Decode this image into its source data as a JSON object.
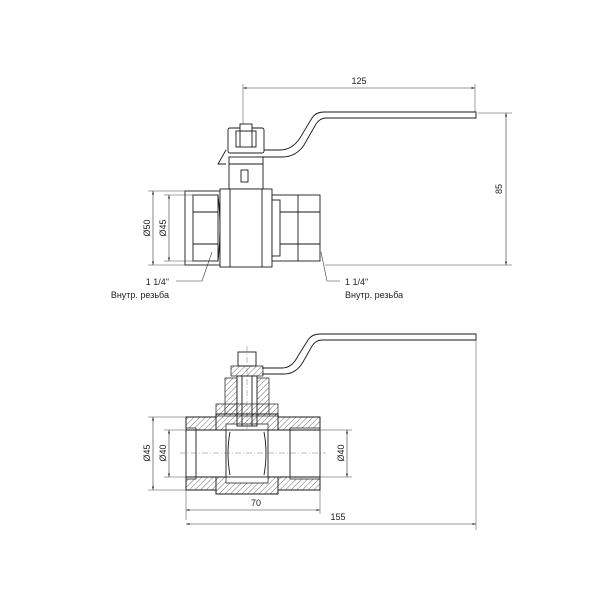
{
  "top_view": {
    "dim_width": "125",
    "dim_height": "85",
    "dim_outer_dia": "Ø50",
    "dim_thread_dia": "Ø45",
    "left_thread_size": "1 1/4\"",
    "left_thread_type": "Внутр. резьба",
    "right_thread_size": "1 1/4\"",
    "right_thread_type": "Внутр. резьба"
  },
  "section_view": {
    "dim_left_outer": "Ø45",
    "dim_left_inner": "Ø40",
    "dim_right_inner": "Ø40",
    "dim_half_length": "70",
    "dim_total_length": "155"
  }
}
